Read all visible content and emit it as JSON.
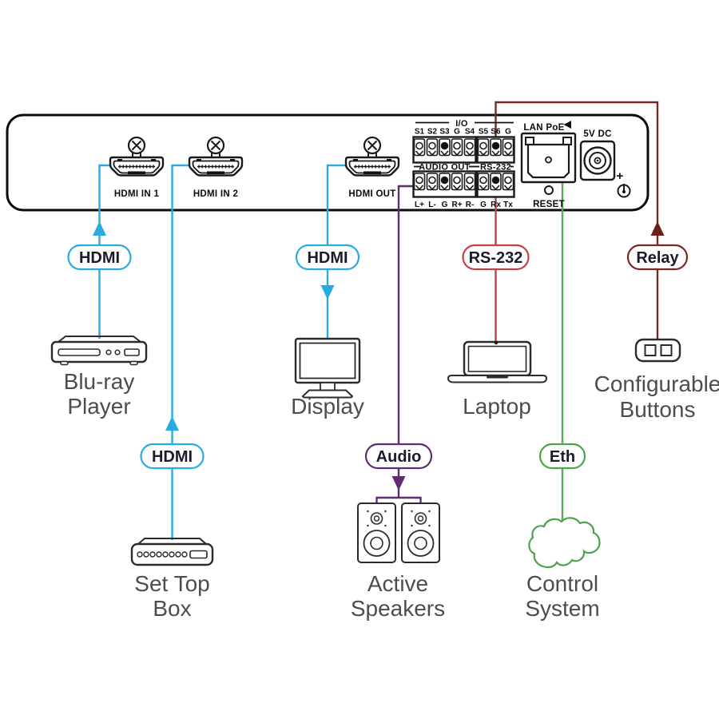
{
  "colors": {
    "hdmi_cyan": "#29abe2",
    "rs232_red": "#c04343",
    "relay_maroon": "#7a2822",
    "audio_purple": "#5e2d72",
    "ethernet_green": "#55ab55",
    "pill_text": "#1b1b29",
    "device_outline": "#1a1a1a",
    "device_label_gray": "#4d4d4d"
  },
  "panel": {
    "ports": {
      "hdmi_in_1": "HDMI IN 1",
      "hdmi_in_2": "HDMI IN 2",
      "hdmi_out": "HDMI OUT"
    },
    "io": {
      "header": "I/O",
      "block_a": [
        "S1",
        "S2",
        "S3",
        "G",
        "S4"
      ],
      "block_b": [
        "S5",
        "S6",
        "G"
      ]
    },
    "audio_out": {
      "header": "AUDIO OUT",
      "terminals": [
        "L+",
        "L-",
        "G",
        "R+",
        "R-"
      ]
    },
    "rs232": {
      "header": "RS-232",
      "terminals": [
        "G",
        "Rx",
        "Tx"
      ]
    },
    "lan": {
      "label": "LAN PoE"
    },
    "reset": {
      "label": "RESET"
    },
    "power": {
      "label": "5V DC",
      "plus": "+"
    }
  },
  "links": {
    "hdmi_in_1": "HDMI",
    "hdmi_in_2": "HDMI",
    "hdmi_out": "HDMI",
    "audio": "Audio",
    "rs232": "RS-232",
    "ethernet": "Eth",
    "relay": "Relay"
  },
  "devices": {
    "bluray": {
      "line1": "Blu-ray",
      "line2": "Player"
    },
    "set_top_box": {
      "line1": "Set Top",
      "line2": "Box"
    },
    "display": {
      "line1": "Display"
    },
    "laptop": {
      "line1": "Laptop"
    },
    "speakers": {
      "line1": "Active",
      "line2": "Speakers"
    },
    "control_system": {
      "line1": "Control",
      "line2": "System"
    },
    "config_buttons": {
      "line1": "Configurable",
      "line2": "Buttons"
    }
  }
}
